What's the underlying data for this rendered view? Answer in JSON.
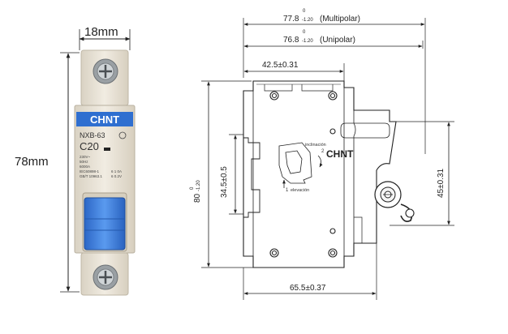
{
  "left_view": {
    "width_label": "18mm",
    "height_label": "78mm",
    "brand": "CHNT",
    "model": "NXB-63",
    "rating": "C20",
    "small_lines": [
      "230V~",
      "50Hz",
      "6000A",
      "IEC60898-1",
      "GB/T 10963.1"
    ],
    "side_lines": [
      "6 1 0A",
      "6 0.2V"
    ]
  },
  "right_view": {
    "brand": "CHNT",
    "dim_multipolar": {
      "value": "77.8",
      "tol_upper": "0",
      "tol_lower": "-1.20",
      "note": "(Multipolar)"
    },
    "dim_unipolar": {
      "value": "76.8",
      "tol_upper": "0",
      "tol_lower": "-1.20",
      "note": "(Unipolar)"
    },
    "dim_top_partial": "42.5±0.31",
    "dim_height": {
      "value": "80",
      "tol_upper": "0",
      "tol_lower": "-1.20"
    },
    "dim_rail": "34.5±0.5",
    "dim_right": "45±0.31",
    "dim_bottom": "65.5±0.37",
    "label_inclination": "inclinación",
    "label_elevation": "elevación",
    "marker_2": "2",
    "marker_1": "1"
  },
  "colors": {
    "brand_blue": "#2f6fd0",
    "toggle_blue": "#3a7fe0",
    "body_beige": "#ece6da",
    "line": "#222222"
  }
}
